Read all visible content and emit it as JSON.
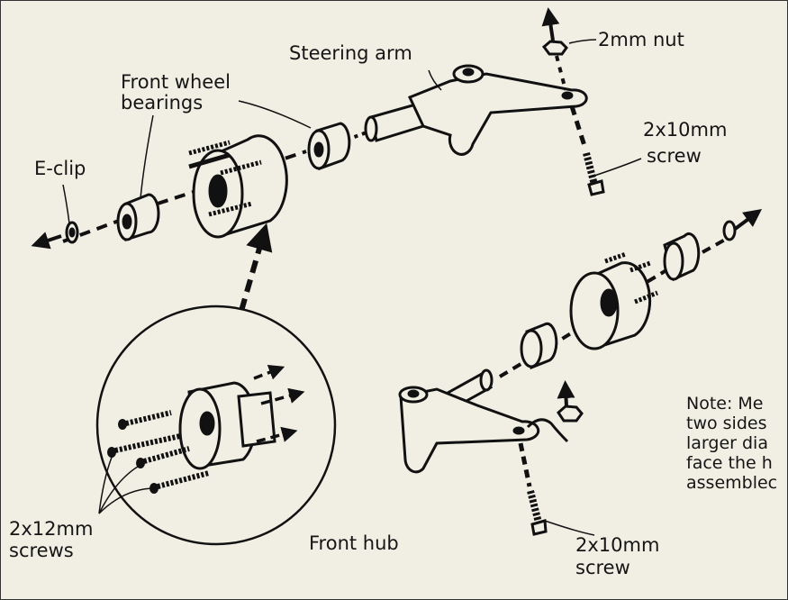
{
  "labels": {
    "nut_2mm": "2mm nut",
    "steering_arm": "Steering arm",
    "front_wheel_bearings_line1": "Front wheel",
    "front_wheel_bearings_line2": "bearings",
    "screw_2x10_top_line1": "2x10mm",
    "screw_2x10_top_line2": "screw",
    "e_clip": "E-clip",
    "screw_2x12_line1": "2x12mm",
    "screw_2x12_line2": "screws",
    "front_hub": "Front hub",
    "screw_2x10_bottom_line1": "2x10mm",
    "screw_2x10_bottom_line2": "screw"
  },
  "note": {
    "line1": "Note: Me",
    "line2": "two sides",
    "line3": "larger dia",
    "line4": "face the h",
    "line5": "assemblec"
  },
  "colors": {
    "background": "#f1efe4",
    "ink": "#151515"
  }
}
